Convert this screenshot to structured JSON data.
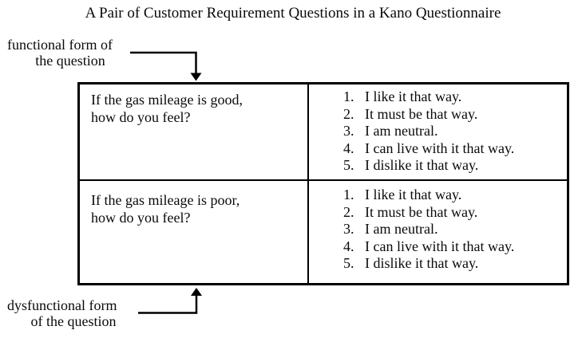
{
  "title": "A Pair of Customer Requirement Questions in a Kano Questionnaire",
  "annotations": {
    "functional_label": {
      "line1": "functional form of",
      "line2": "the question"
    },
    "dysfunctional_label": {
      "line1": "dysfunctional form",
      "line2": "of the question"
    }
  },
  "option_numbers": [
    "1.",
    "2.",
    "3.",
    "4.",
    "5."
  ],
  "table": {
    "rows": [
      {
        "question_line1": "If the gas mileage is good,",
        "question_line2": "how do you feel?",
        "options": [
          "I like it that way.",
          "It must be that way.",
          "I am neutral.",
          "I can live with it that way.",
          "I dislike it that way."
        ]
      },
      {
        "question_line1": "If the gas mileage is poor,",
        "question_line2": "how do you feel?",
        "options": [
          "I like it that way.",
          "It must be that way.",
          "I am neutral.",
          "I can live with it that way.",
          "I dislike it that way."
        ]
      }
    ]
  },
  "colors": {
    "ink": "#000000",
    "paper": "#ffffff"
  }
}
